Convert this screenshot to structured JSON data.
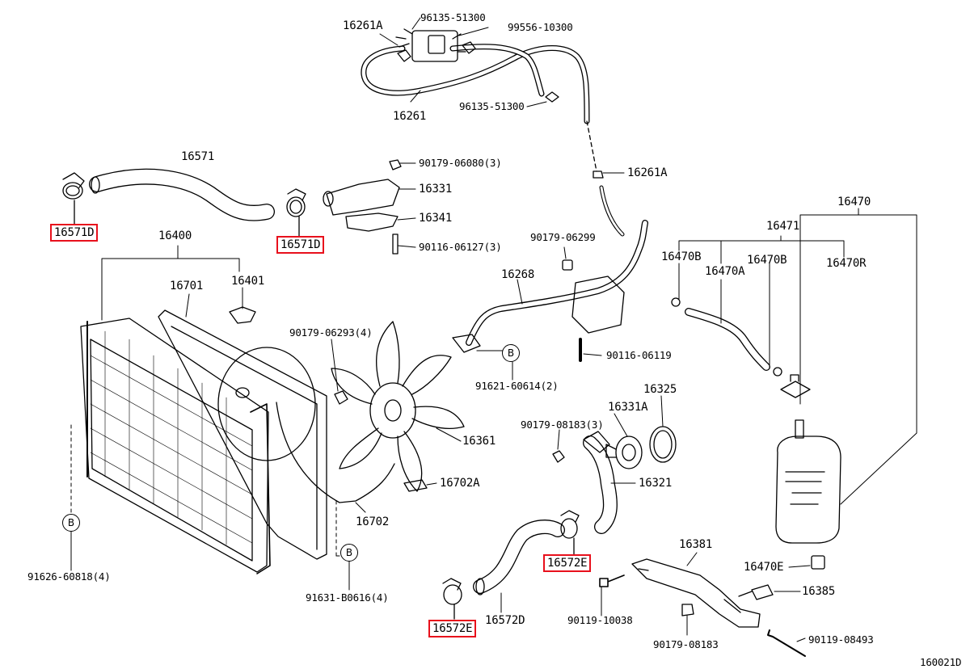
{
  "part_labels": [
    {
      "id": "p16261A",
      "text": "16261A"
    },
    {
      "id": "p9613551300a",
      "text": "96135-51300"
    },
    {
      "id": "p9955610300",
      "text": "99556-10300"
    },
    {
      "id": "p9613551300b",
      "text": "96135-51300"
    },
    {
      "id": "p16261",
      "text": "16261"
    },
    {
      "id": "p9017906080",
      "text": "90179-06080(3)"
    },
    {
      "id": "p16261Ab",
      "text": "16261A"
    },
    {
      "id": "p16571",
      "text": "16571"
    },
    {
      "id": "p16331",
      "text": "16331"
    },
    {
      "id": "p16341",
      "text": "16341"
    },
    {
      "id": "p9011606127",
      "text": "90116-06127(3)"
    },
    {
      "id": "p9017906299",
      "text": "90179-06299"
    },
    {
      "id": "p16470",
      "text": "16470"
    },
    {
      "id": "p16471",
      "text": "16471"
    },
    {
      "id": "p16400",
      "text": "16400"
    },
    {
      "id": "p16470B1",
      "text": "16470B"
    },
    {
      "id": "p16470B2",
      "text": "16470B"
    },
    {
      "id": "p16470A",
      "text": "16470A"
    },
    {
      "id": "p16470R",
      "text": "16470R"
    },
    {
      "id": "p16701",
      "text": "16701"
    },
    {
      "id": "p16401",
      "text": "16401"
    },
    {
      "id": "p16268",
      "text": "16268"
    },
    {
      "id": "p9017906293",
      "text": "90179-06293(4)"
    },
    {
      "id": "p9011606119",
      "text": "90116-06119"
    },
    {
      "id": "p9162160614",
      "text": "91621-60614(2)"
    },
    {
      "id": "p16325",
      "text": "16325"
    },
    {
      "id": "p16331A",
      "text": "16331A"
    },
    {
      "id": "p9017908183a",
      "text": "90179-08183(3)"
    },
    {
      "id": "p16361",
      "text": "16361"
    },
    {
      "id": "p16321",
      "text": "16321"
    },
    {
      "id": "p16702A",
      "text": "16702A"
    },
    {
      "id": "p16702",
      "text": "16702"
    },
    {
      "id": "p16381",
      "text": "16381"
    },
    {
      "id": "p16470E",
      "text": "16470E"
    },
    {
      "id": "p16385",
      "text": "16385"
    },
    {
      "id": "p9162660818",
      "text": "91626-60818(4)"
    },
    {
      "id": "p91631B0616",
      "text": "91631-B0616(4)"
    },
    {
      "id": "p16572D",
      "text": "16572D"
    },
    {
      "id": "p9011910038",
      "text": "90119-10038"
    },
    {
      "id": "p9017908183b",
      "text": "90179-08183"
    },
    {
      "id": "p9011908493",
      "text": "90119-08493"
    },
    {
      "id": "p160021D",
      "text": "160021D"
    }
  ],
  "highlighted_labels": [
    {
      "id": "h16571D_a",
      "text": "16571D"
    },
    {
      "id": "h16571D_b",
      "text": "16571D"
    },
    {
      "id": "h16572E_a",
      "text": "16572E"
    },
    {
      "id": "h16572E_b",
      "text": "16572E"
    }
  ],
  "reference_markers": [
    {
      "id": "refB1",
      "text": "B"
    },
    {
      "id": "refB2",
      "text": "B"
    },
    {
      "id": "refB3",
      "text": "B"
    }
  ],
  "colors": {
    "line": "#000000",
    "highlight": "#e8101c",
    "background": "#ffffff"
  }
}
